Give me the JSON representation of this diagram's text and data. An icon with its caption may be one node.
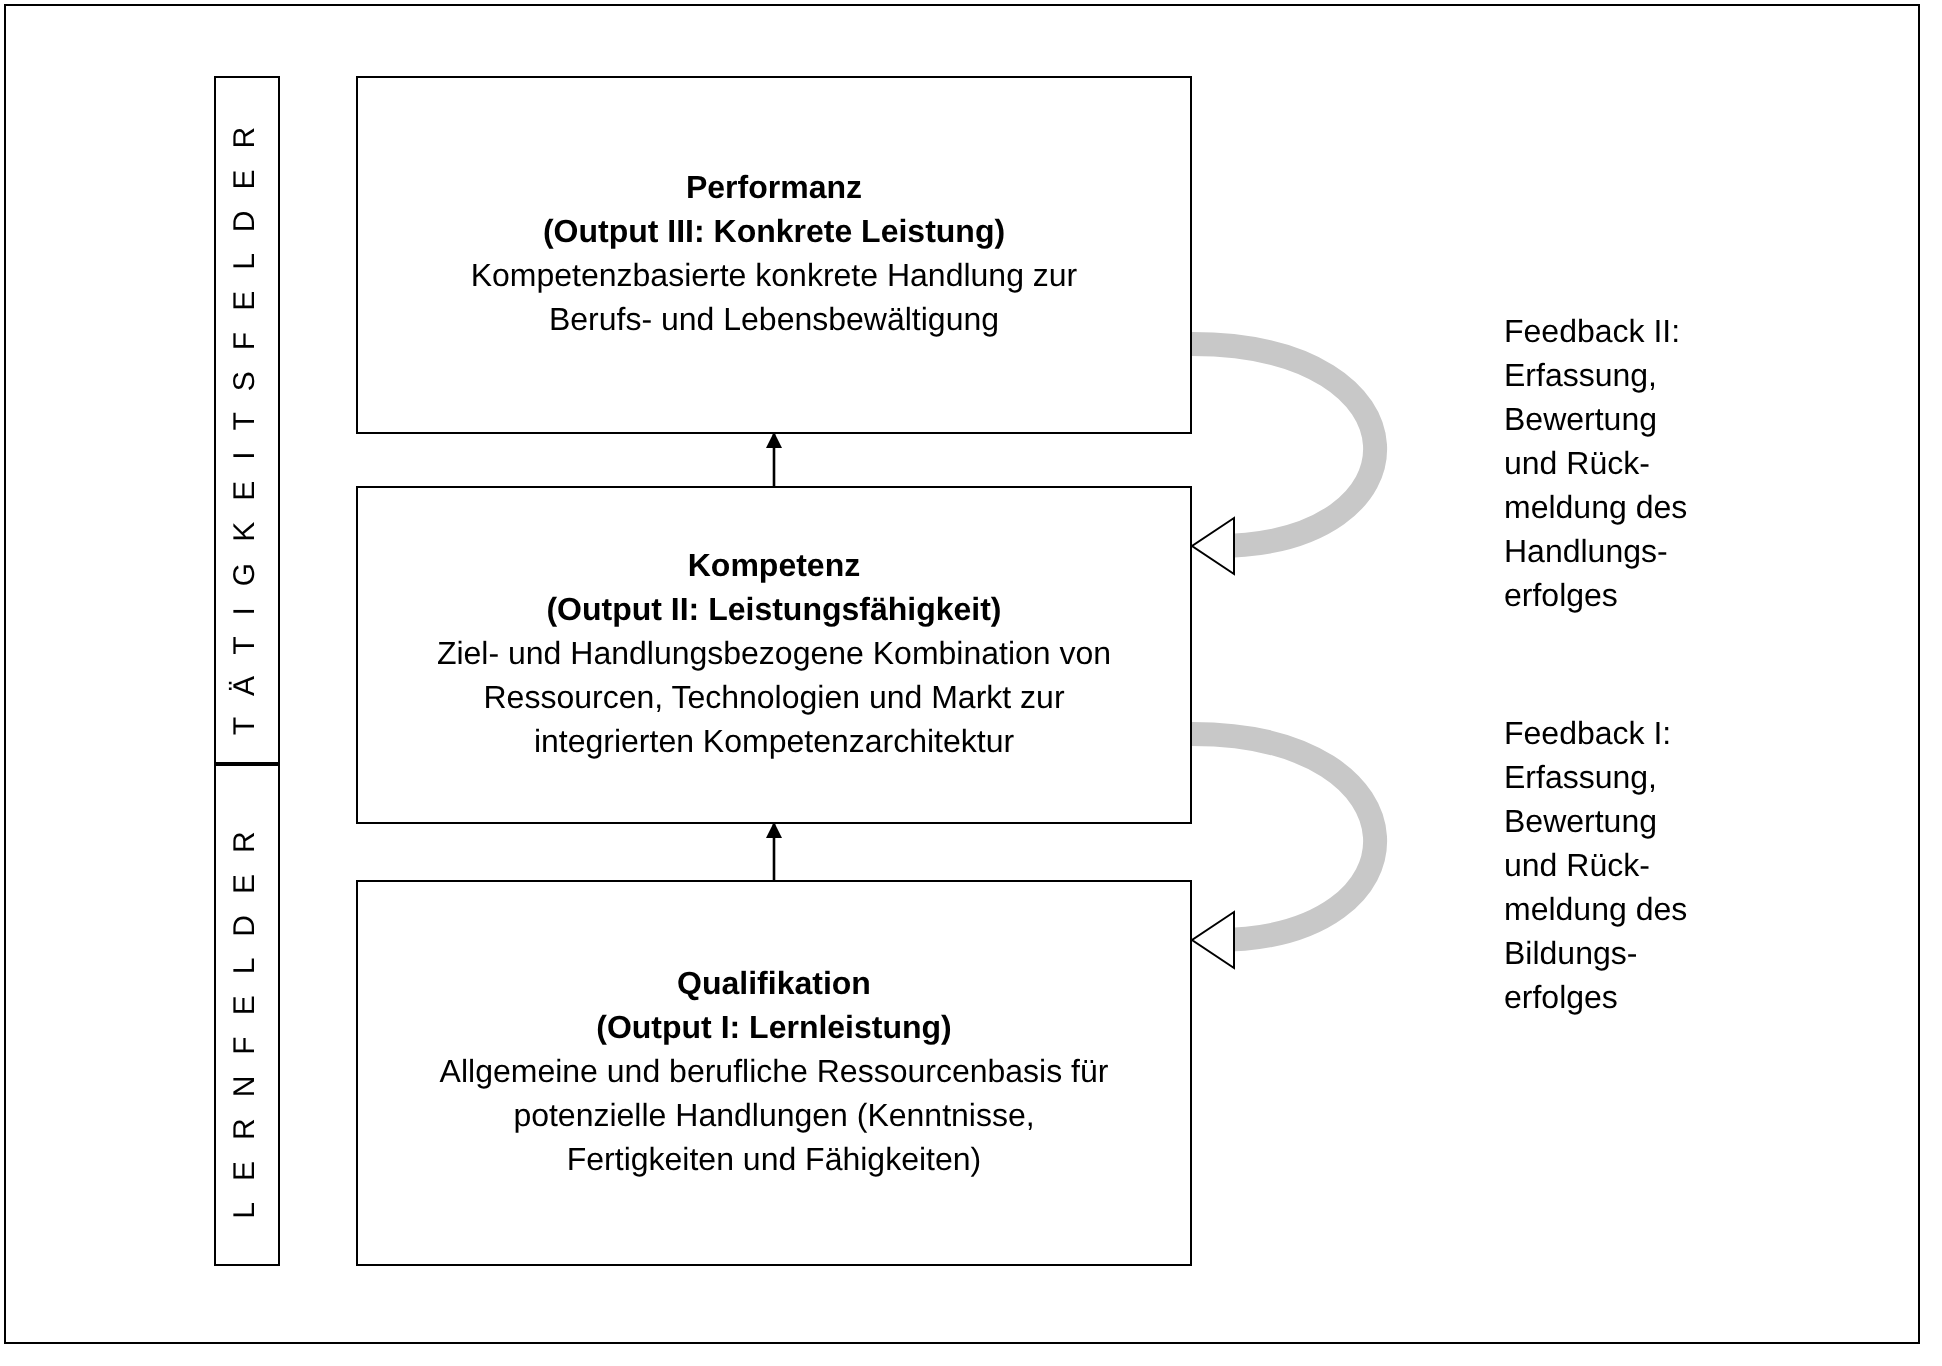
{
  "diagram": {
    "nodes": [
      {
        "text": [
          "TÄTIGKEITSFELDER"
        ]
      },
      {
        "text": [
          "LERNFELDER"
        ]
      },
      {
        "text": [
          "Performanz",
          "(Output III: Konkrete Leistung)",
          "Kompetenzbasierte konkrete Handlung zur Berufs- und Lebensbewältigung"
        ]
      },
      {
        "text": [
          "Kompetenz",
          "(Output II: Leistungsfähigkeit)",
          "Ziel- und Handlungsbezogene Kombination von Ressourcen, Technologien und Markt zur integrierten Kompetenzarchitektur"
        ]
      },
      {
        "text": [
          "Qualifikation",
          "(Output I: Lernleistung)",
          "Allgemeine und berufliche Ressourcenbasis für potenzielle Handlungen (Kenntnisse, Fertigkeiten und Fähigkeiten)"
        ]
      }
    ],
    "edges": [
      {
        "from": 3,
        "to": 2,
        "arrow": "to"
      },
      {
        "from": 4,
        "to": 3,
        "arrow": "to"
      },
      {
        "from": 2,
        "to": 3,
        "arrow": "to",
        "style": "thick",
        "color": "#c8c8c8",
        "label": "Feedback II: Erfassung, Bewertung und Rück- meldung des Handlungs- erfolges"
      },
      {
        "from": 3,
        "to": 4,
        "arrow": "to",
        "style": "thick",
        "color": "#c8c8c8",
        "label": "Feedback I: Erfassung, Bewertung und Rück- meldung des Bildungs- erfolges"
      }
    ]
  }
}
